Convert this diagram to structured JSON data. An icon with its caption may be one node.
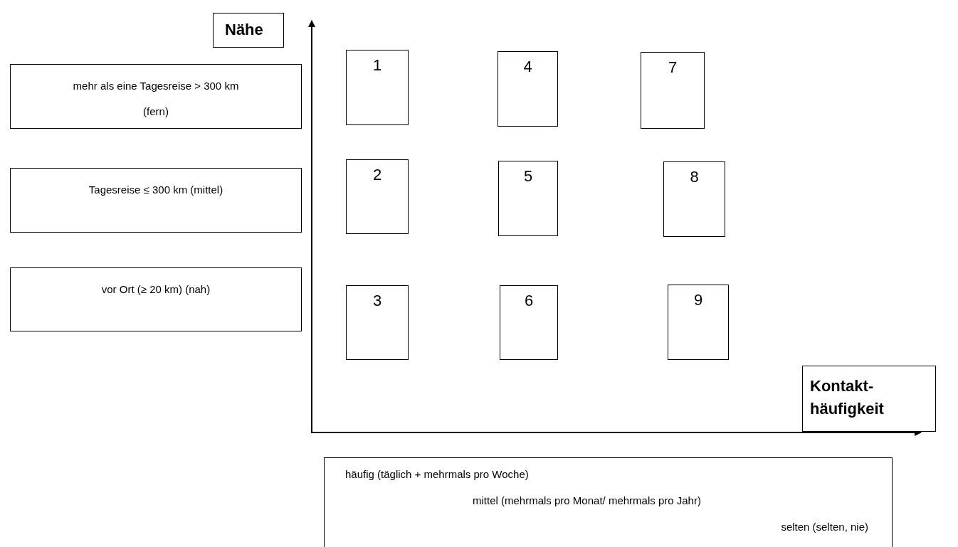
{
  "diagram": {
    "nodes": [
      {
        "text": [
          "Nähe"
        ]
      },
      {
        "text": [
          "mehr als eine Tagesreise > 300 km (fern)"
        ]
      },
      {
        "text": [
          "1"
        ]
      },
      {
        "text": [
          "4"
        ]
      },
      {
        "text": [
          "7"
        ]
      },
      {
        "text": [
          "Tagesreise ≤ 300 km (mittel)"
        ]
      },
      {
        "text": [
          "2"
        ]
      },
      {
        "text": [
          "5"
        ]
      },
      {
        "text": [
          "8"
        ]
      },
      {
        "text": [
          "vor Ort (≥ 20 km) (nah)"
        ]
      },
      {
        "text": [
          "3"
        ]
      },
      {
        "text": [
          "6"
        ]
      },
      {
        "text": [
          "9"
        ]
      },
      {
        "text": [
          "Kontakt- häufigkeit"
        ]
      },
      {
        "text": [
          "häufig (täglich + mehrmals pro Woche)",
          "mittel (mehrmals pro Monat/ mehrmals pro Jahr)",
          "selten (selten, nie)"
        ]
      }
    ]
  }
}
